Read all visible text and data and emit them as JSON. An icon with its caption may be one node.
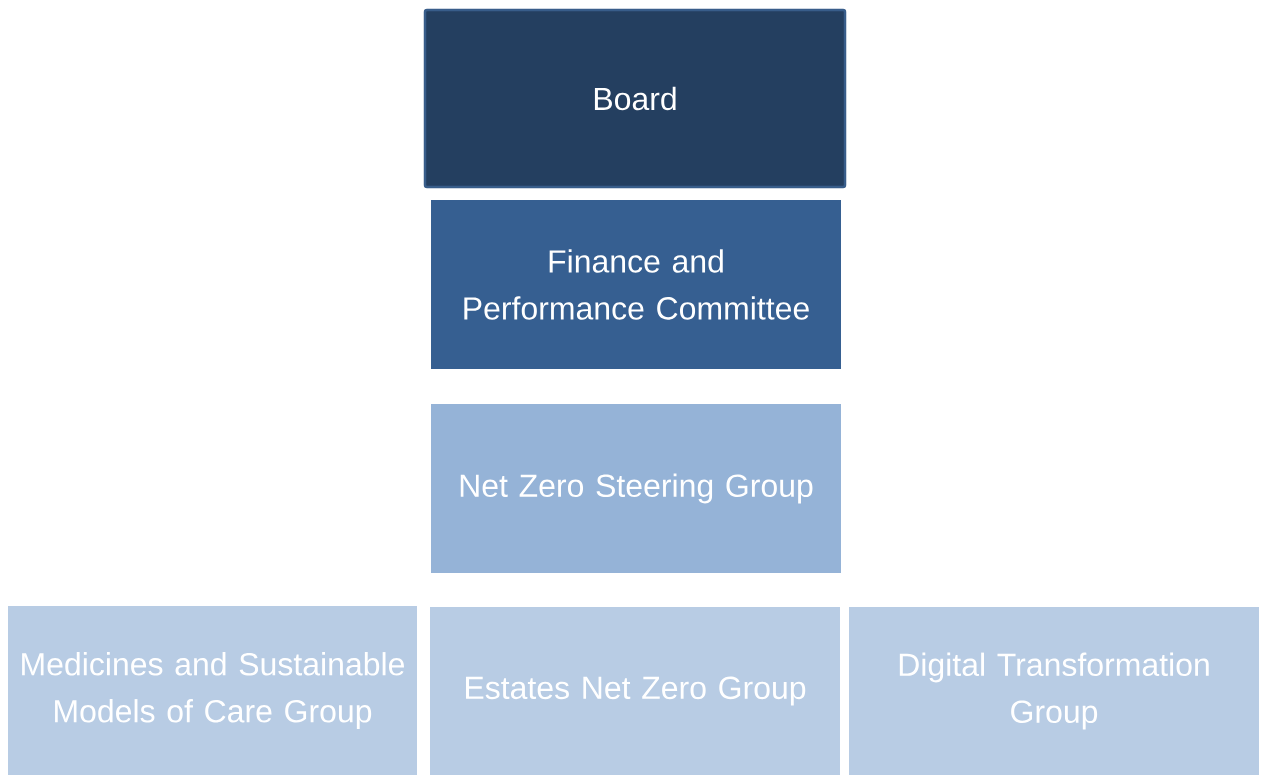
{
  "diagram": {
    "nodes": [
      {
        "text": [
          "Board"
        ]
      },
      {
        "text": [
          "Finance and Performance Committee"
        ]
      },
      {
        "text": [
          "Net Zero Steering Group"
        ]
      },
      {
        "text": [
          "Medicines and Sustainable Models of Care Group"
        ]
      },
      {
        "text": [
          "Estates Net Zero Group"
        ]
      },
      {
        "text": [
          "Digital Transformation Group"
        ]
      }
    ]
  }
}
